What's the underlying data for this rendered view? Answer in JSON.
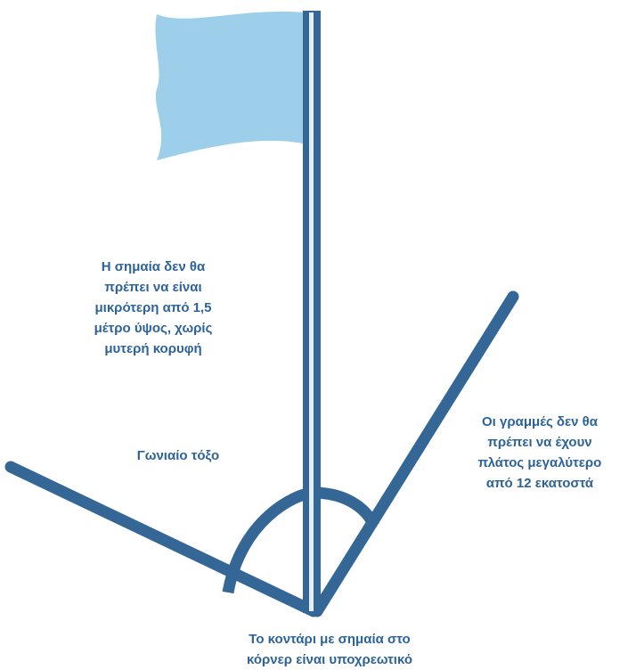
{
  "colors": {
    "line": "#356796",
    "flag": "#9ecfea",
    "pole_highlight": "#e3eef6",
    "text": "#2d6399",
    "background": "#ffffff"
  },
  "labels": {
    "flag": {
      "lines": [
        "Η σημαία δεν θα",
        "πρέπει να είναι",
        "μικρότερη από 1,5",
        "μέτρο ύψος, χωρίς",
        "μυτερή κορυφή"
      ]
    },
    "arc": {
      "lines": [
        "Γωνιαίο τόξο"
      ]
    },
    "lines": {
      "lines": [
        "Οι γραμμές δεν θα",
        "πρέπει να έχουν",
        "πλάτος μεγαλύτερο",
        "από 12 εκατοστά"
      ]
    },
    "pole": {
      "lines": [
        "Το κοντάρι με σημαία στο",
        "κόρνερ είναι υποχρεωτικό"
      ]
    }
  }
}
